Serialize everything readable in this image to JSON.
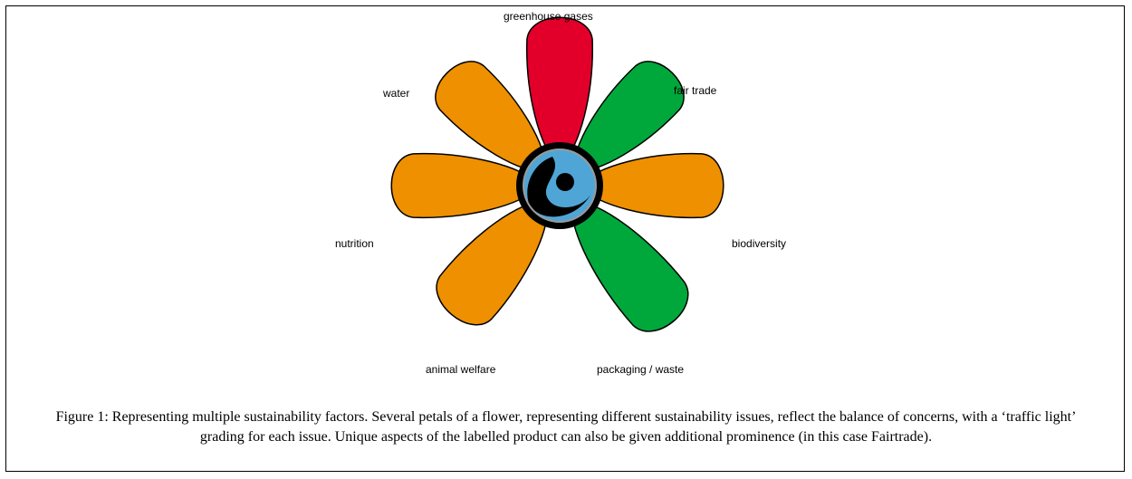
{
  "diagram": {
    "petals": [
      {
        "label": "greenhouse gases",
        "status": "red"
      },
      {
        "label": "fair trade",
        "status": "green"
      },
      {
        "label": "biodiversity",
        "status": "amber"
      },
      {
        "label": "packaging / waste",
        "status": "green"
      },
      {
        "label": "animal welfare",
        "status": "amber"
      },
      {
        "label": "nutrition",
        "status": "amber"
      },
      {
        "label": "water",
        "status": "amber"
      }
    ],
    "center": {
      "logo": "fairtrade-mark-icon"
    },
    "colors": {
      "red": "#e2002a",
      "green": "#00a83b",
      "amber": "#ee9000",
      "logo_blue": "#4fa6d6",
      "logo_green": "#c4d342"
    }
  },
  "caption": "Figure 1: Representing multiple sustainability factors. Several petals of a flower, representing different sustainability issues, reflect the balance of concerns, with a ‘traffic light’ grading for each issue. Unique aspects of the labelled product can also be given additional prominence (in this case Fairtrade)."
}
